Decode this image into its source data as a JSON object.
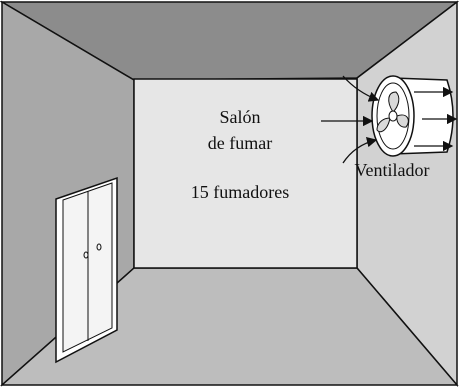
{
  "room": {
    "label_line1": "Salón",
    "label_line2": "de fumar",
    "occupants": "15 fumadores"
  },
  "fan": {
    "label": "Ventilador"
  },
  "colors": {
    "outline": "#111111",
    "ceiling": "#8c8c8c",
    "left_wall": "#a8a8a8",
    "back_wall": "#e6e6e6",
    "right_wall": "#d2d2d2",
    "floor": "#bdbdbd",
    "door": "#ffffff"
  }
}
